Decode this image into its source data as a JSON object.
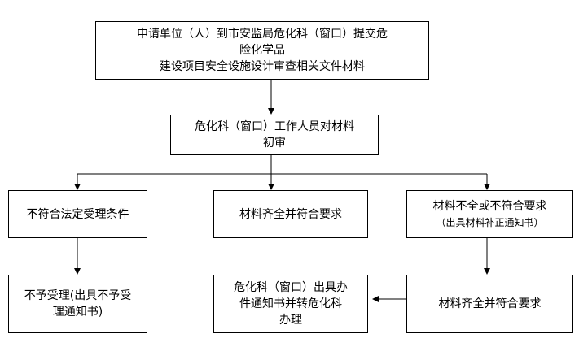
{
  "box_apply": {
    "lines": [
      "申请单位（人）到市安监局危化科（窗口）提交危",
      "险化学品",
      "建设项目安全设施设计审查相关文件材料"
    ]
  },
  "box_review": {
    "lines": [
      "危化科（窗口）工作人员对材料",
      "初审"
    ]
  },
  "box_not_meet": {
    "lines": [
      "不符合法定受理条件"
    ]
  },
  "box_complete_mid": {
    "lines": [
      "材料齐全并符合要求"
    ]
  },
  "box_incomplete": {
    "lines": [
      "材料不全或不符合要求",
      "（出具材料补正通知书）"
    ]
  },
  "box_reject": {
    "lines": [
      "不予受理(出具不予受",
      "理通知书)"
    ]
  },
  "box_issue": {
    "lines": [
      "危化科（窗口）出具办",
      "件通知书并转危化科",
      "办理"
    ]
  },
  "box_complete_right": {
    "lines": [
      "材料齐全并符合要求"
    ]
  }
}
